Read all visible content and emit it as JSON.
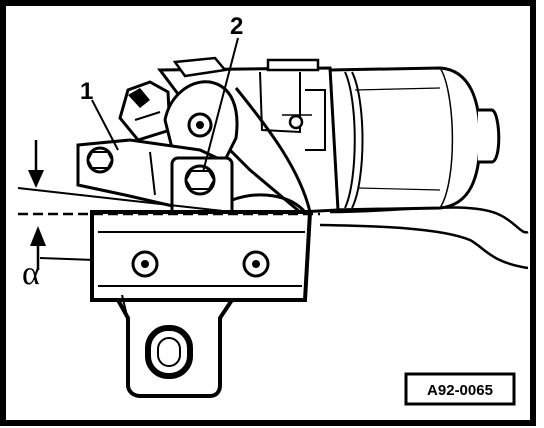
{
  "diagram": {
    "labels": {
      "callout_1": "1",
      "callout_2": "2",
      "angle": "α"
    },
    "figure_code": "A92-0065",
    "colors": {
      "ink": "#000000",
      "paper": "#ffffff"
    }
  }
}
